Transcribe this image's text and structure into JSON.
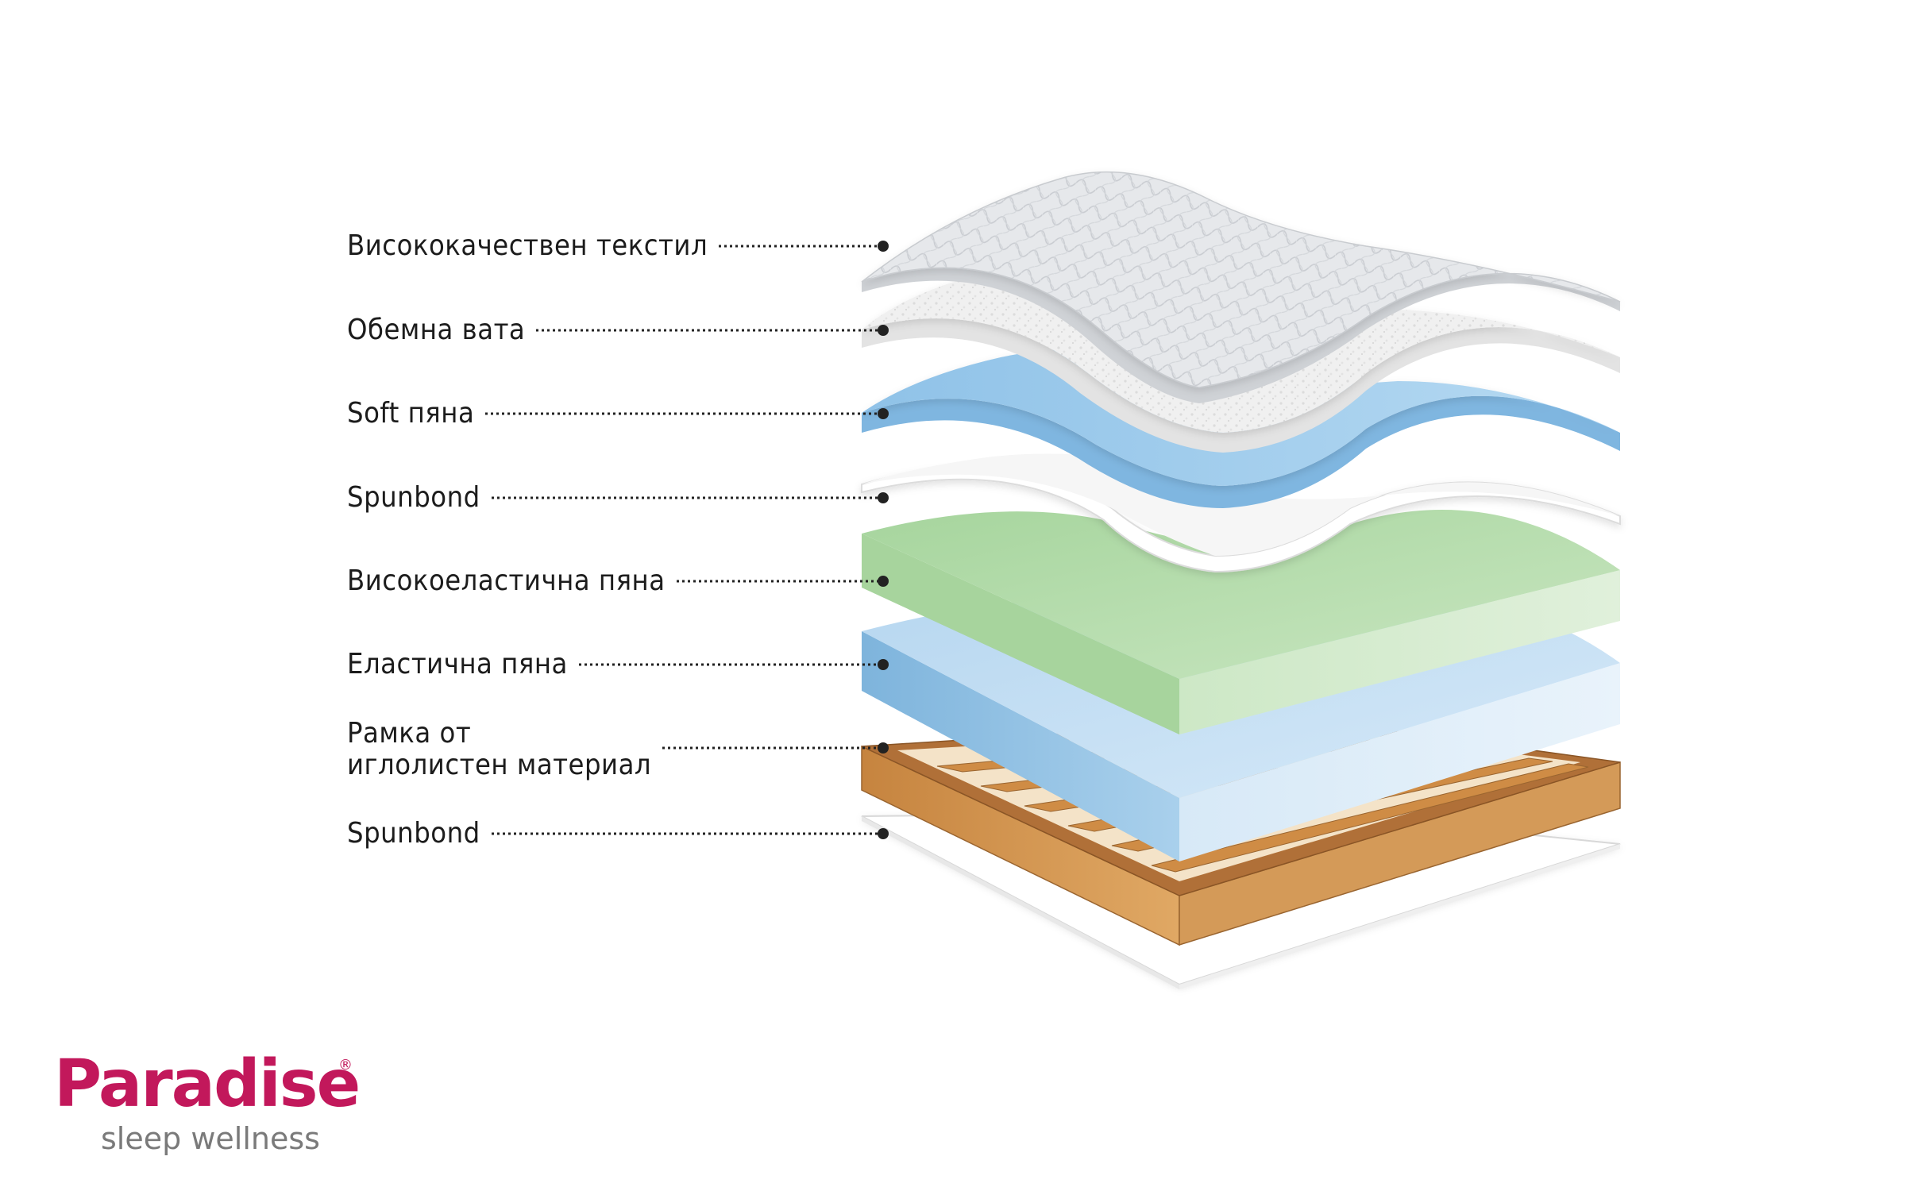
{
  "diagram": {
    "layers": [
      {
        "id": "top-textile",
        "label": "Висококачествен текстил"
      },
      {
        "id": "wadding",
        "label": "Обемна вата"
      },
      {
        "id": "soft-foam",
        "label": "Soft пяна"
      },
      {
        "id": "spunbond-top",
        "label": "Spunbond"
      },
      {
        "id": "high-elastic-foam",
        "label": "Високоеластична пяна"
      },
      {
        "id": "elastic-foam",
        "label": "Еластична пяна"
      },
      {
        "id": "softwood-frame",
        "label": "Рамка от",
        "label_line2": "иглолистен материал"
      },
      {
        "id": "spunbond-bottom",
        "label": "Spunbond"
      }
    ],
    "colors": {
      "textile": "#e9ebee",
      "wadding": "#f2f2f2",
      "soft_foam": "#9ccbea",
      "spunbond": "#fbfbfb",
      "high_elastic_foam": "#b5dcb0",
      "elastic_foam": "#c4dff2",
      "wood": "#d08f4a",
      "leader": "#222222"
    }
  },
  "logo": {
    "brand": "Paradise",
    "registered": "®",
    "tagline": "sleep wellness",
    "brand_color": "#c2185b",
    "tagline_color": "#7a7a7a"
  }
}
